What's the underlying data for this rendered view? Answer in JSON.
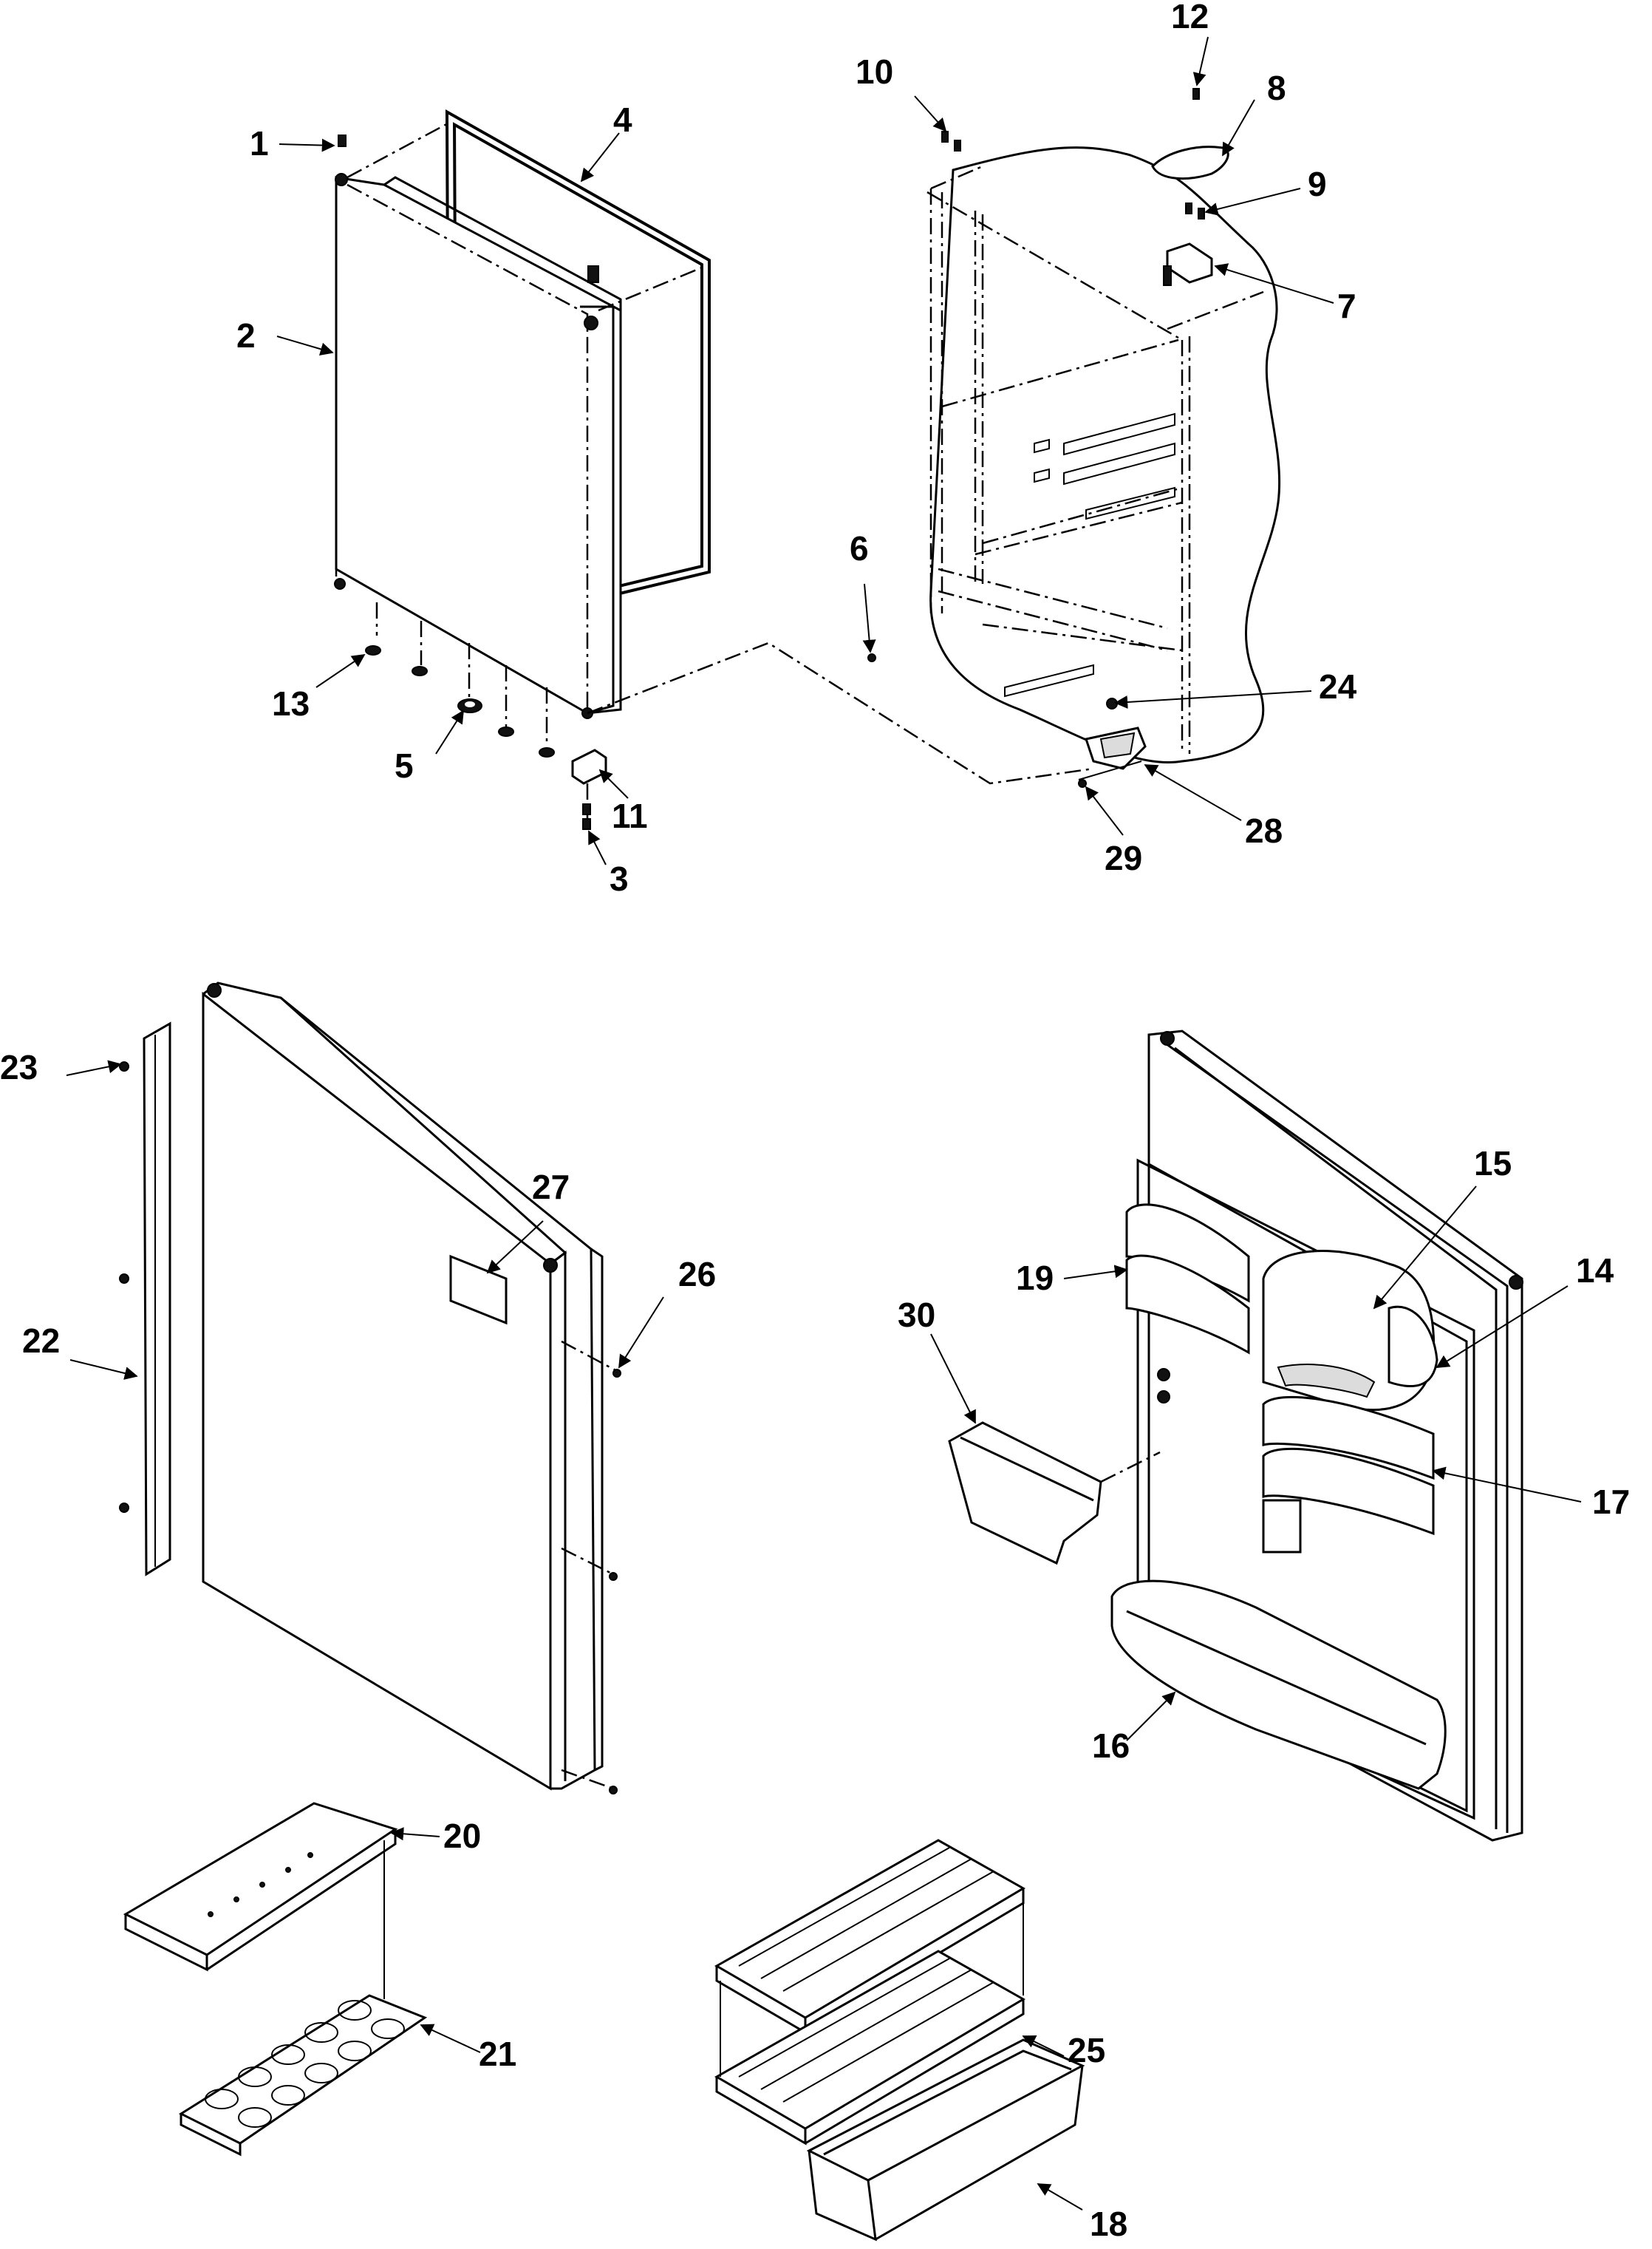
{
  "diagram": {
    "type": "exploded-parts-view",
    "callouts": [
      "1",
      "2",
      "3",
      "4",
      "5",
      "6",
      "7",
      "8",
      "9",
      "10",
      "11",
      "12",
      "13",
      "14",
      "15",
      "16",
      "17",
      "18",
      "19",
      "20",
      "21",
      "22",
      "23",
      "24",
      "25",
      "26",
      "27",
      "28",
      "29",
      "30"
    ]
  }
}
